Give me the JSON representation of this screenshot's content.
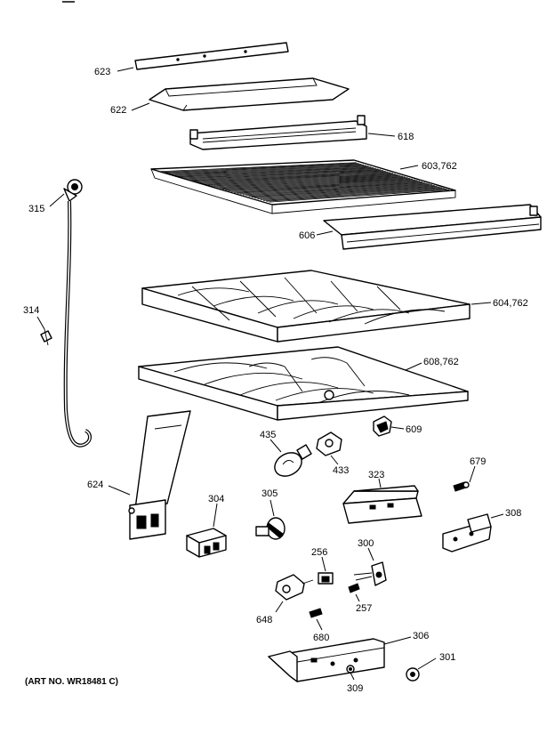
{
  "caption": "(ART NO. WR18481 C)",
  "labels": {
    "p623": "623",
    "p622": "622",
    "p618": "618",
    "p603": "603,762",
    "p606": "606",
    "p604": "604,762",
    "p608": "608,762",
    "p315": "315",
    "p314": "314",
    "p609": "609",
    "p435": "435",
    "p433": "433",
    "p323": "323",
    "p679": "679",
    "p624": "624",
    "p304": "304",
    "p305": "305",
    "p308": "308",
    "p256": "256",
    "p300": "300",
    "p257": "257",
    "p648": "648",
    "p680": "680",
    "p306": "306",
    "p301": "301",
    "p309": "309"
  }
}
